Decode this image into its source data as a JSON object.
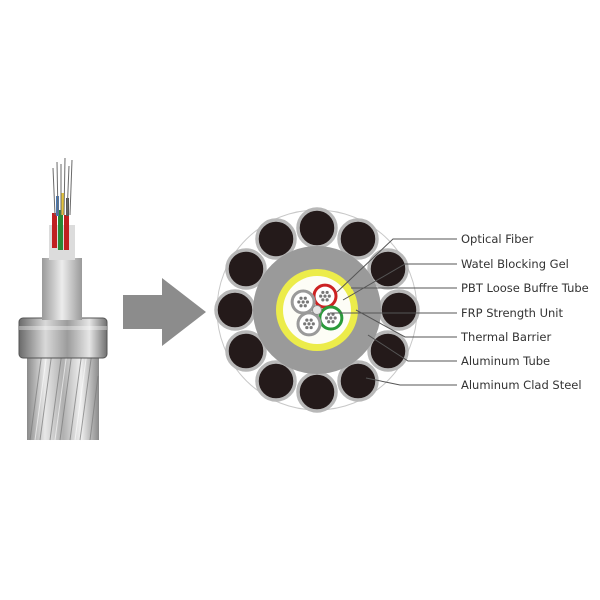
{
  "diagram": {
    "labels": [
      {
        "text": "Optical Fiber"
      },
      {
        "text": "Watel Blocking Gel"
      },
      {
        "text": "PBT Loose Buffre Tube"
      },
      {
        "text": "FRP Strength Unit"
      },
      {
        "text": "Thermal Barrier"
      },
      {
        "text": "Aluminum Tube"
      },
      {
        "text": "Aluminum Clad Steel"
      }
    ],
    "icons": {
      "arrow": "right-arrow-icon"
    },
    "colors": {
      "background": "#ffffff",
      "arrow": "#8c8c8c",
      "steel_wire_fill": "#241a1a",
      "steel_wire_ring": "#b8b8b8",
      "aluminum_tube": "#9a9a9a",
      "thermal_barrier": "#ecec4a",
      "gel": "#fdfdf6",
      "tube_red": "#cc2222",
      "tube_green": "#2a9a3a",
      "tube_gray": "#9a9a9a",
      "leader_line": "#555555",
      "label_text": "#333333"
    }
  }
}
